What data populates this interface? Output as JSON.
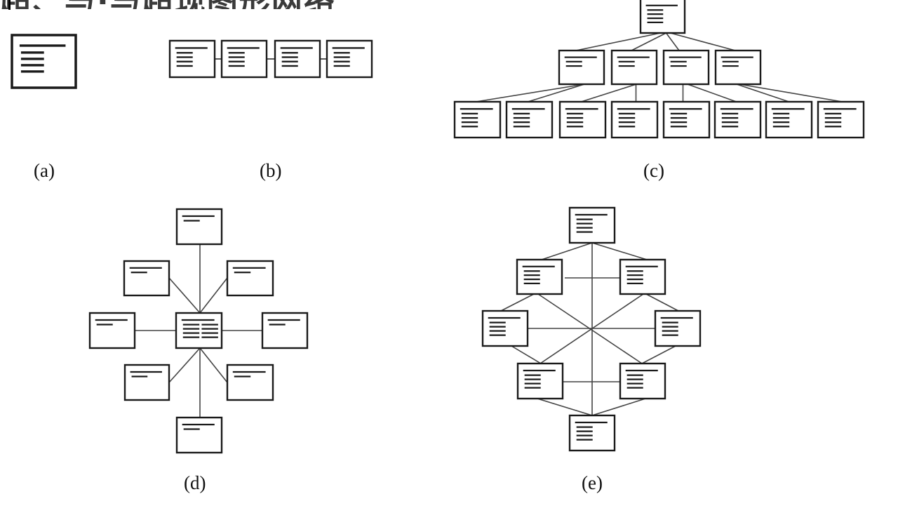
{
  "heading": {
    "text": "超、与·与超现图形网络",
    "clipped": true
  },
  "figures": [
    {
      "id": "a",
      "label": "(a)",
      "topology": "single-node",
      "node_count": 1
    },
    {
      "id": "b",
      "label": "(b)",
      "topology": "linear",
      "node_count": 4
    },
    {
      "id": "c",
      "label": "(c)",
      "topology": "hierarchical",
      "node_count": 13,
      "levels": [
        1,
        4,
        8
      ]
    },
    {
      "id": "d",
      "label": "(d)",
      "topology": "star",
      "node_count": 9
    },
    {
      "id": "e",
      "label": "(e)",
      "topology": "network",
      "node_count": 8
    }
  ],
  "colors": {
    "stroke": "#1a1a1a",
    "link": "#444444",
    "background": "#ffffff"
  }
}
